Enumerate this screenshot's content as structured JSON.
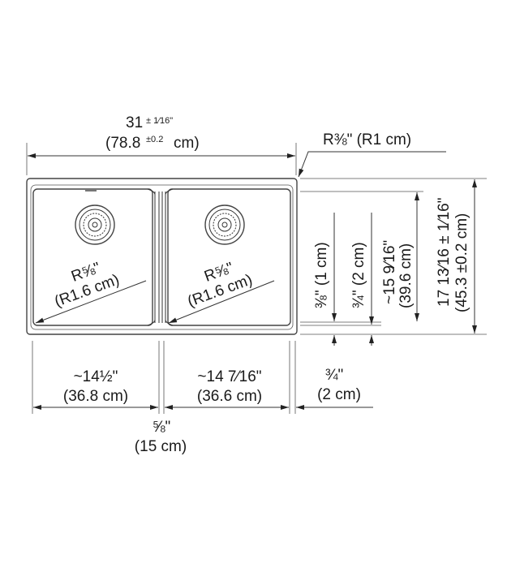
{
  "overall_width": {
    "inch": "31",
    "inch_tol": "± 1⁄16\"",
    "cm": "(78.8",
    "cm_tol": "±0.2",
    "cm_unit": "cm)"
  },
  "corner_radius": {
    "label": "R⅜\" (R1 cm)"
  },
  "bowl_radius_left": {
    "inch": "R⅝\"",
    "cm": "(R1.6 cm)"
  },
  "bowl_radius_right": {
    "inch": "R⅝\"",
    "cm": "(R1.6 cm)"
  },
  "rim_offset_1": {
    "label": "⅜\" (1 cm)"
  },
  "rim_offset_2": {
    "label": "¾\" (2 cm)"
  },
  "bowl_depth_dim": {
    "inch": "~15 9⁄16\"",
    "cm": "(39.6 cm)"
  },
  "overall_depth": {
    "inch": "17 13⁄16 ± 1⁄16\"",
    "cm": "(45.3 ±0.2 cm)"
  },
  "left_bowl_width": {
    "inch": "~14½\"",
    "cm": "(36.8 cm)"
  },
  "right_bowl_width": {
    "inch": "~14 7⁄16\"",
    "cm": "(36.6 cm)"
  },
  "side_rim": {
    "inch": "¾\"",
    "cm": "(2 cm)"
  },
  "divider_width": {
    "inch": "⅝\"",
    "cm": "(15 cm)"
  }
}
